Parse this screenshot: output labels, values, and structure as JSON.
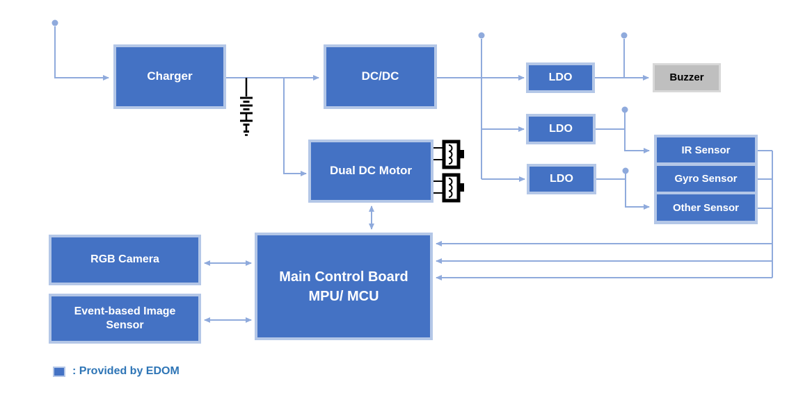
{
  "diagram": {
    "blocks": {
      "charger": {
        "label": "Charger"
      },
      "dcdc": {
        "label": "DC/DC"
      },
      "ldo1": {
        "label": "LDO"
      },
      "ldo2": {
        "label": "LDO"
      },
      "ldo3": {
        "label": "LDO"
      },
      "buzzer": {
        "label": "Buzzer"
      },
      "ir_sensor": {
        "label": "IR Sensor"
      },
      "gyro_sensor": {
        "label": "Gyro Sensor"
      },
      "other_sensor": {
        "label": "Other Sensor"
      },
      "dual_dc_motor": {
        "label": "Dual DC Motor"
      },
      "main_control_board": {
        "line1": "Main Control Board",
        "line2": "MPU/ MCU"
      },
      "rgb_camera": {
        "label": "RGB Camera"
      },
      "event_based_image_sensor": {
        "line1": "Event-based Image",
        "line2": "Sensor"
      }
    },
    "legend": {
      "label": ": Provided by EDOM"
    },
    "colors": {
      "block_fill": "#4472C4",
      "block_border": "#B4C7E7",
      "connector": "#8FAADC",
      "buzzer_fill": "#BFBFBF",
      "buzzer_border": "#D8D8D8",
      "legend_text": "#2E75B6",
      "icon_stroke": "#000000"
    }
  }
}
